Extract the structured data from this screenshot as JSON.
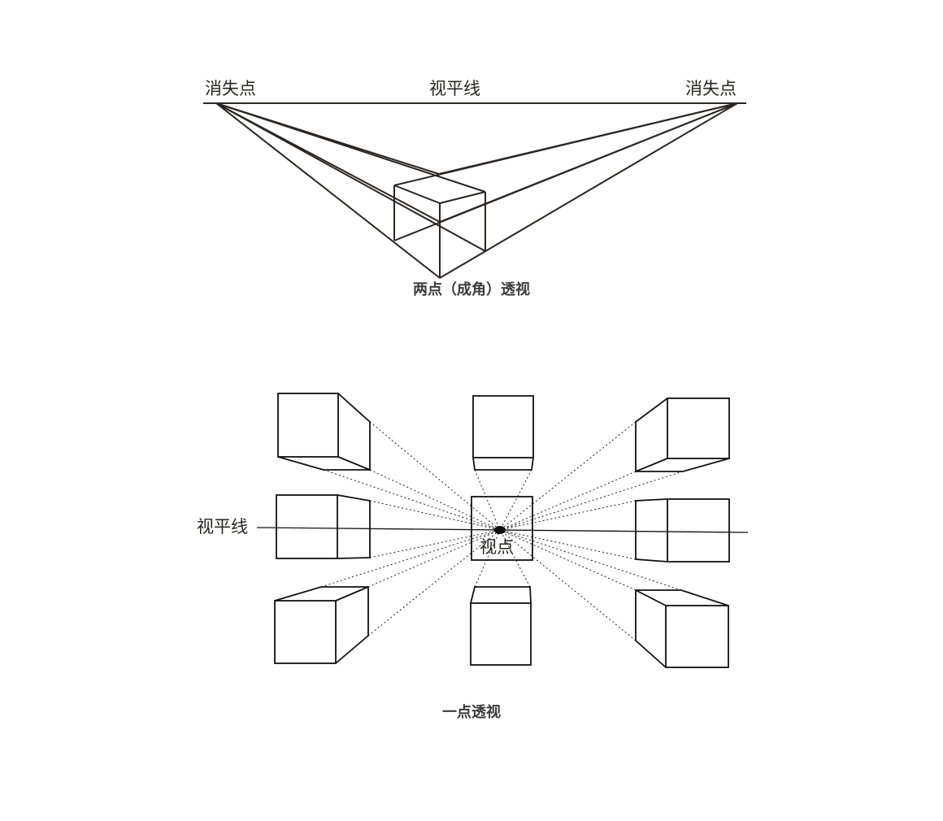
{
  "two_point": {
    "vp_left_label": "消失点",
    "horizon_label": "视平线",
    "vp_right_label": "消失点",
    "caption": "两点（成角）透视"
  },
  "one_point": {
    "horizon_label": "视平线",
    "viewpoint_label": "视点",
    "caption": "一点透视"
  }
}
